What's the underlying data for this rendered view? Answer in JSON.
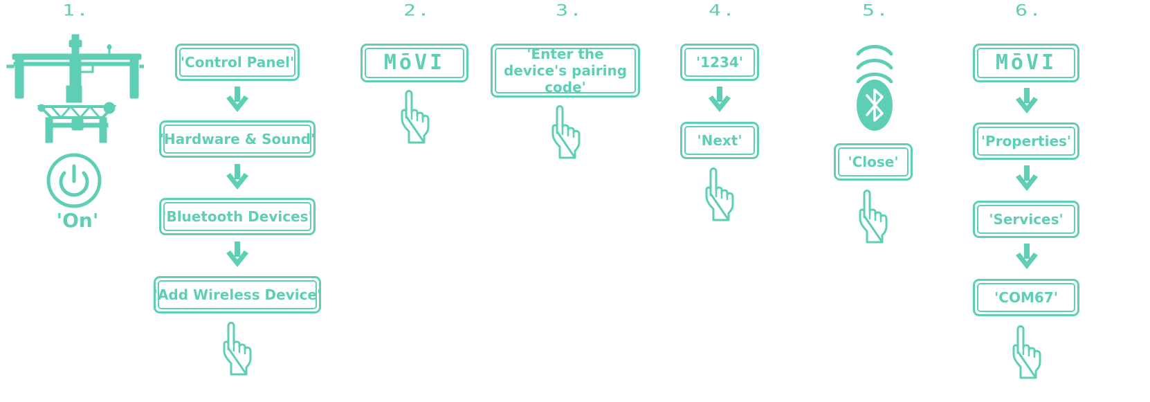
{
  "accent_color": "#5ecfb4",
  "steps": [
    {
      "number": "1.",
      "power_label": "'On'"
    },
    {
      "number": "2."
    },
    {
      "number": "3."
    },
    {
      "number": "4."
    },
    {
      "number": "5."
    },
    {
      "number": "6."
    }
  ],
  "step1_menu": [
    "'Control Panel'",
    "'Hardware & Sound'",
    "'Bluetooth Devices'",
    "'Add Wireless Device'"
  ],
  "step2_device": "MōVI",
  "step3_prompt": "'Enter the device's pairing code'",
  "step4": {
    "code": "'1234'",
    "next": "'Next'"
  },
  "step5": {
    "close": "'Close'"
  },
  "step6": {
    "device": "MōVI",
    "items": [
      "'Properties'",
      "'Services'",
      "'COM67'"
    ]
  },
  "icons": [
    "gimbal-icon",
    "power-icon",
    "arrow-down-icon",
    "pointing-hand-icon",
    "bluetooth-icon",
    "wireless-signal-icon"
  ]
}
